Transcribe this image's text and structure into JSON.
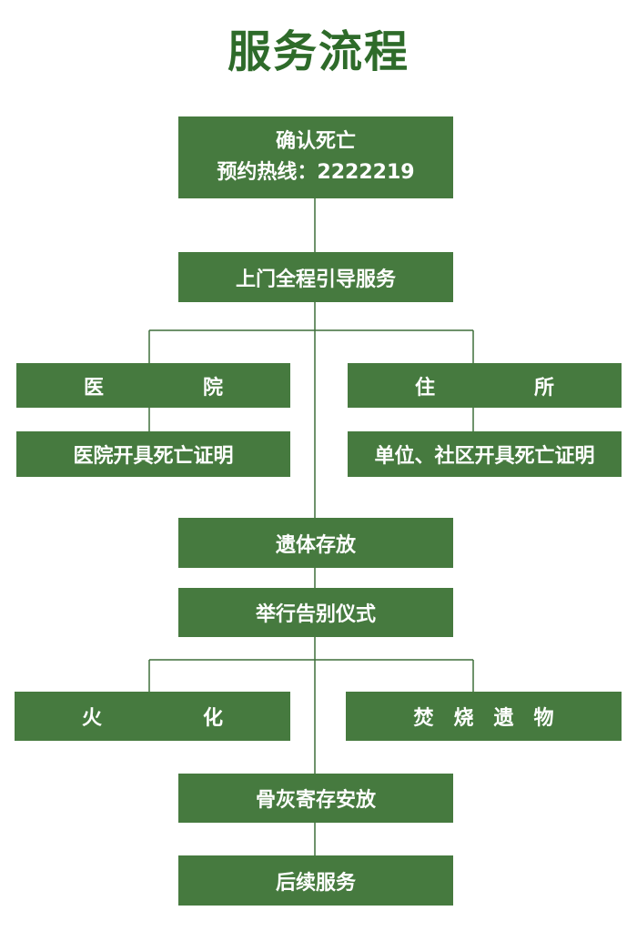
{
  "title": "服务流程",
  "colors": {
    "box_fill": "#467a3f",
    "title_text": "#2e6b2a",
    "connector": "#3f6f3a",
    "box_text": "#ffffff"
  },
  "boxes": {
    "confirm_death": {
      "line1": "确认死亡",
      "line2": "预约热线：2222219"
    },
    "door_to_door": "上门全程引导服务",
    "hospital": [
      "医",
      "院"
    ],
    "residence": [
      "住",
      "所"
    ],
    "hospital_certificate": "医院开具死亡证明",
    "community_certificate": "单位、社区开具死亡证明",
    "body_storage": "遗体存放",
    "farewell_ceremony": "举行告别仪式",
    "cremation": [
      "火",
      "化"
    ],
    "burn_belongings": [
      "焚",
      "烧",
      "遗",
      "物"
    ],
    "ashes_storage": "骨灰寄存安放",
    "follow_up": "后续服务"
  }
}
